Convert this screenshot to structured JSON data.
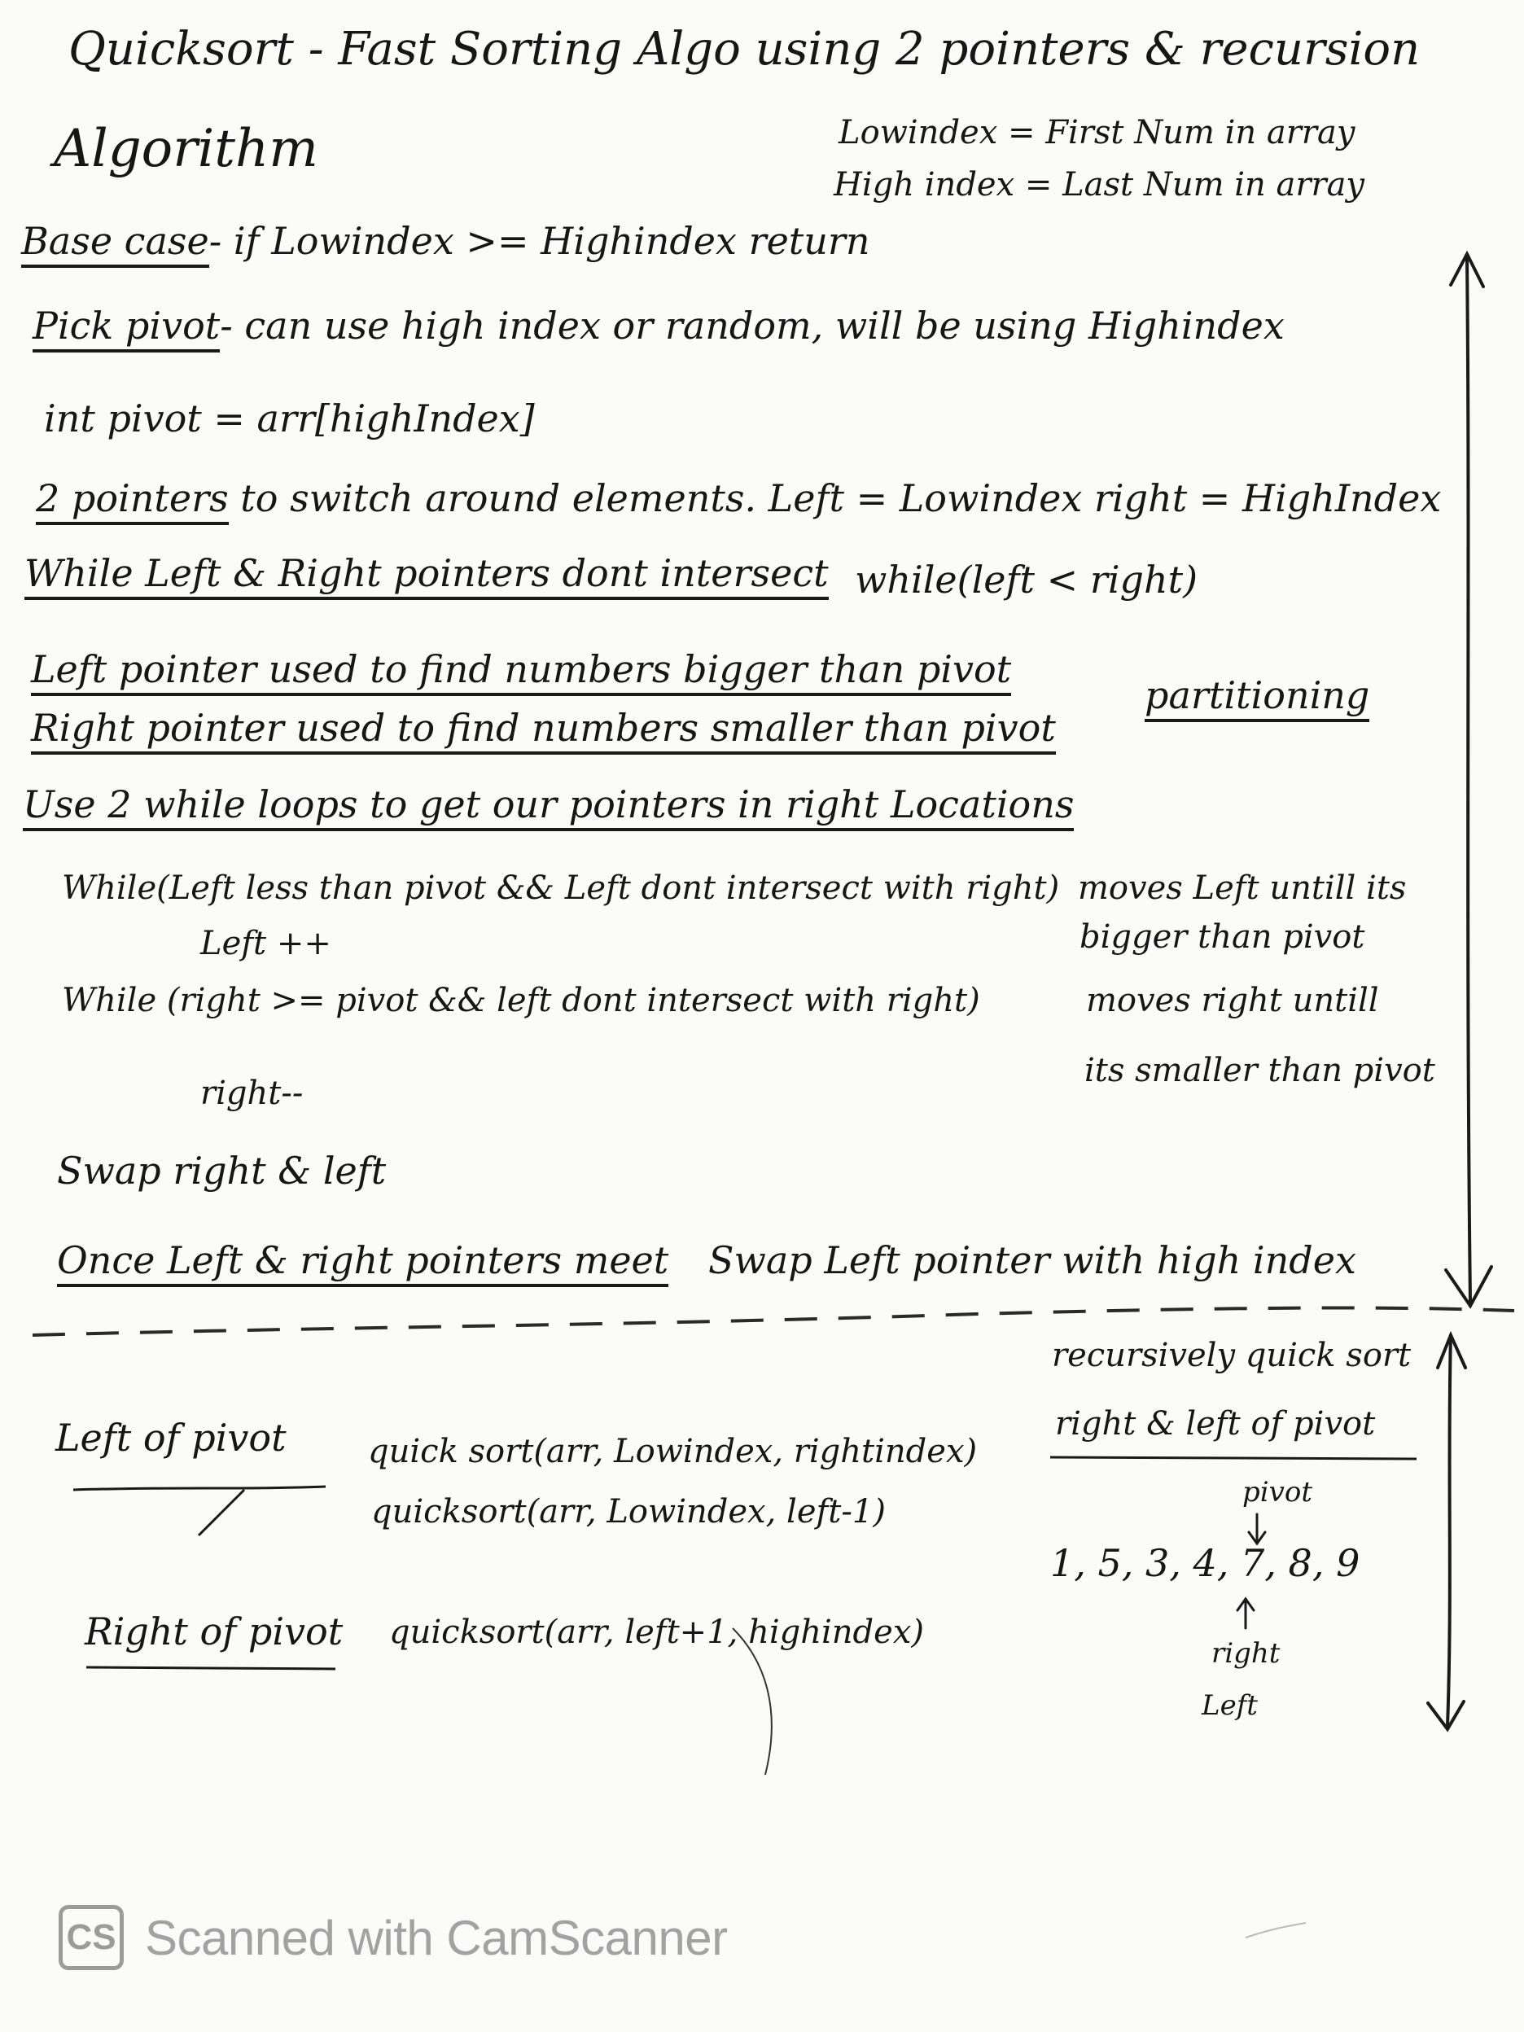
{
  "title": "Quicksort - Fast Sorting Algo using 2 pointers & recursion",
  "algorithm_heading": "Algorithm",
  "definitions": [
    "Lowindex = First Num in array",
    "High index = Last Num in array"
  ],
  "steps": {
    "base_case_label": "Base case",
    "base_case_text": "- if Lowindex >= Highindex return",
    "pick_pivot_label": "Pick pivot",
    "pick_pivot_text": "- can use high index or random, will be using Highindex",
    "pivot_code": "int pivot = arr[highIndex]",
    "two_pointers_label": "2 pointers",
    "two_pointers_text": "to switch around elements. Left = Lowindex right = HighIndex",
    "while_label": "While Left & Right pointers dont intersect",
    "while_code": "while(left < right)",
    "left_pointer": "Left pointer used to find numbers bigger than pivot",
    "right_pointer": "Right pointer used to find numbers smaller than pivot",
    "partitioning": "partitioning",
    "use_loops": "Use 2 while loops to get our pointers in right Locations",
    "loop1": "While(Left less than pivot && Left dont intersect with right)",
    "loop1_body": "Left ++",
    "loop1_note_a": "moves Left untill its",
    "loop1_note_b": "bigger than pivot",
    "loop2": "While (right >= pivot && left dont intersect with right)",
    "loop2_body": "right--",
    "loop2_note_a": "moves right untill",
    "loop2_note_b": "its smaller than pivot",
    "swap": "Swap right & left",
    "once_label": "Once Left & right pointers meet",
    "once_text": "Swap Left pointer with high index"
  },
  "recursion": {
    "header_a": "recursively quick sort",
    "header_b": "right & left of pivot",
    "left_label": "Left of pivot",
    "left_struck": "quick sort(arr, Lowindex, rightindex)",
    "left_call": "quicksort(arr, Lowindex, left-1)",
    "right_label": "Right of pivot",
    "right_call": "quicksort(arr, left+1, highindex)"
  },
  "example": {
    "pivot_label": "pivot",
    "array": "1, 5, 3, 4, 7, 8, 9",
    "right_label": "right",
    "left_label": "Left"
  },
  "watermark": {
    "logo": "CS",
    "text": "Scanned with CamScanner"
  }
}
